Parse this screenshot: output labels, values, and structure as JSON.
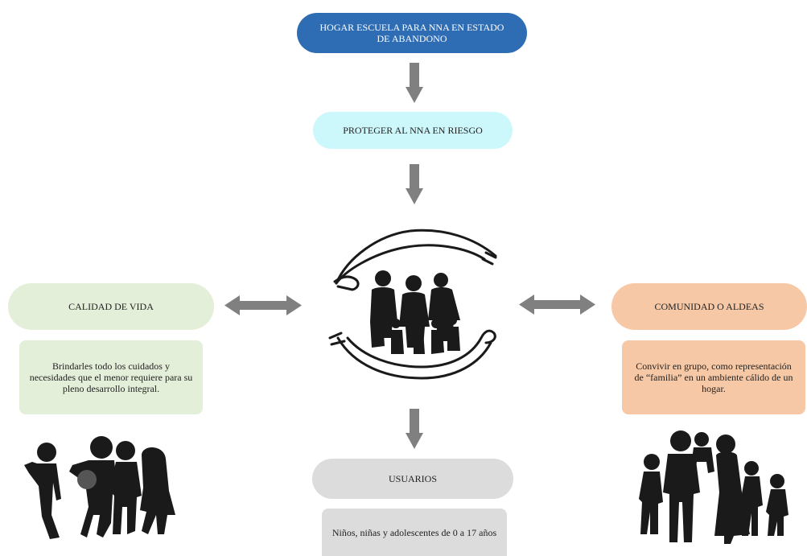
{
  "nodes": {
    "top": {
      "text": "HOGAR ESCUELA PARA NNA EN ESTADO\nDE ABANDONO",
      "fill": "#2e6db4",
      "color": "#ffffff"
    },
    "protect": {
      "text": "PROTEGER AL NNA EN  RIESGO",
      "fill": "#ccf7fb"
    },
    "left_title": {
      "text": "CALIDAD DE VIDA",
      "fill": "#e4efd9"
    },
    "left_desc": {
      "text": "Brindarles todo los cuidados y necesidades que el menor requiere para su  pleno desarrollo integral.",
      "fill": "#e4efd9"
    },
    "right_title": {
      "text": "COMUNIDAD  O ALDEAS",
      "fill": "#f7c8a6"
    },
    "right_desc": {
      "text": "Convivir en grupo, como representación de “familia”  en un ambiente cálido de un hogar.",
      "fill": "#f7c8a6"
    },
    "users_title": {
      "text": "USUARIOS",
      "fill": "#dcdcdc"
    },
    "users_desc": {
      "text": "Niños, niñas y adolescentes de 0 a 17 años",
      "fill": "#dcdcdc"
    }
  },
  "colors": {
    "arrow": "#808080",
    "silhouette": "#1a1a1a"
  },
  "icons": [
    "down-arrow-icon",
    "double-arrow-icon",
    "protective-hands-family-icon",
    "children-playing-silhouette",
    "family-silhouette"
  ]
}
